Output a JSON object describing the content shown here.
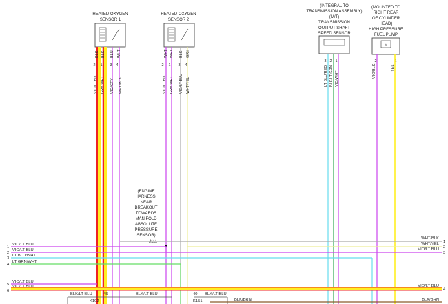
{
  "components": {
    "o2_sensor_1": {
      "lines": [
        "HEATED OXYGEN",
        "SENSOR 1"
      ],
      "pins": [
        "2",
        "1",
        "3",
        "4"
      ]
    },
    "o2_sensor_2": {
      "lines": [
        "HEATED OXYGEN",
        "SENSOR 2"
      ],
      "pins": [
        "2",
        "1",
        "3",
        "4"
      ]
    },
    "output_shaft_sensor": {
      "lines": [
        "(INTEGRAL TO",
        "TRANSMISSION ASSEMBLY)",
        "(M/T)",
        "TRANSMISSION",
        "OUTPUT SHAFT",
        "SPEED SENSOR"
      ],
      "pins": [
        "3",
        "2",
        "1"
      ]
    },
    "fuel_pump": {
      "lines": [
        "(MOUNTED TO",
        "RIGHT REAR",
        "OF CYLINDER",
        "HEAD)",
        "HIGH PRESSURE",
        "FUEL PUMP"
      ],
      "pins": [
        "2",
        "1"
      ],
      "symbol": "M"
    },
    "engine_harness_note": {
      "lines": [
        "(ENGINE",
        "HARNESS,",
        "NEAR",
        "BREAKOUT",
        "TOWARDS",
        "MANIFOLD",
        "ABSOLUTE",
        "PRESSURE",
        "SENSOR)"
      ],
      "ref": "J111"
    }
  },
  "wire_labels": {
    "s1_top": [
      "BLK",
      "BLK",
      "BLU",
      "WHT"
    ],
    "s1_mid": [
      "VIO/LT BLU",
      "GRY/WHT",
      "VIO/GRY",
      "WHT/BLK"
    ],
    "s2_top": [
      "WHT",
      "WHT",
      "BLK",
      "GRY"
    ],
    "s2_mid": [
      "VIO/LT BLU",
      "GRY/WHT",
      "VIO/LT BLU",
      "WHT/YEL"
    ],
    "oss": [
      "LT BLU/RED",
      "BLK/LT GRN",
      "VIO/WHT"
    ],
    "pump": [
      "VIO/BLK",
      "YEL"
    ]
  },
  "left_connector": {
    "rows": [
      {
        "num": "1",
        "label": "VIO/LT BLU",
        "color": "#cc44ee"
      },
      {
        "num": "2",
        "label": "VIO/LT BLU",
        "color": "#cc44ee"
      },
      {
        "num": "3",
        "label": "LT BLU/WHT",
        "color": "#66ddee"
      },
      {
        "num": "4",
        "label": "LT GRN/WHT",
        "color": "#66dd66"
      },
      {
        "num": "5",
        "label": "VIO/LT BLU",
        "color": "#cc44ee"
      },
      {
        "num": "6",
        "label": "VIO/LT BLU",
        "color": "#cc44ee"
      }
    ]
  },
  "right_connector": {
    "rows": [
      {
        "num": "1",
        "label": "WHT/BLK"
      },
      {
        "num": "2",
        "label": "WHT/YEL"
      },
      {
        "num": "3",
        "label": "VIO/LT BLU"
      },
      {
        "num": "4",
        "label": "VIO/LT BLU"
      },
      {
        "num": "",
        "label": "BLK/BRN"
      }
    ]
  },
  "bottom": {
    "k102_label": "BLK/LT BLU",
    "k102_pin": "45",
    "k102": "K102",
    "mid_label": "BLK/LT BLU",
    "k151_pin": "40",
    "k151_label": "BLK/LT BLU",
    "k151": "K151",
    "brn_label": "BLK/BRN"
  },
  "colors": {
    "violet": "#cc44ee",
    "yellow": "#ffee22",
    "red": "#ee2222",
    "green": "#33aa55",
    "light_green": "#66dd66",
    "light_blue": "#66ddee",
    "gray": "#aaaaaa",
    "pale_yellow": "#eeee99"
  }
}
